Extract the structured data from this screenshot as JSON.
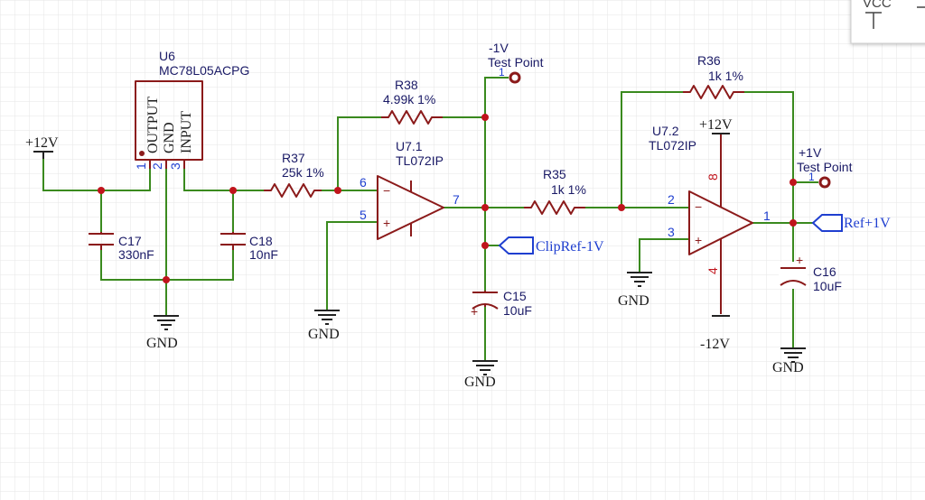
{
  "colors": {
    "wire": "#3a8a1e",
    "part": "#8b1a1a",
    "junction": "#c0141c",
    "pin_number": "#1f3fd0",
    "net_label": "#1f3fd0",
    "grid": "#e6e6e6"
  },
  "vcc_panel": {
    "label": "VCC"
  },
  "u6": {
    "ref": "U6",
    "value": "MC78L05ACPG",
    "pin_output": "OUTPUT",
    "pin_gnd": "GND",
    "pin_input": "INPUT",
    "pin1": "1",
    "pin2": "2",
    "pin3": "3"
  },
  "pwr_in": {
    "label": "+12V"
  },
  "c17": {
    "ref": "C17",
    "value": "330nF"
  },
  "c18": {
    "ref": "C18",
    "value": "10nF"
  },
  "gnd1": {
    "label": "GND"
  },
  "r37": {
    "ref": "R37",
    "value": "25k 1%"
  },
  "r38": {
    "ref": "R38",
    "value": "4.99k 1%"
  },
  "u71": {
    "ref": "U7.1",
    "value": "TL072IP",
    "pin6": "6",
    "pin5": "5",
    "pin7": "7",
    "minus": "−",
    "plus": "+"
  },
  "gnd2": {
    "label": "GND"
  },
  "tp_neg": {
    "net": "-1V",
    "label": "Test Point",
    "pin": "1"
  },
  "r35": {
    "ref": "R35",
    "value": "1k 1%"
  },
  "clipref": {
    "label": "ClipRef-1V"
  },
  "c15": {
    "ref": "C15",
    "value": "10uF",
    "plus": "+"
  },
  "gnd3": {
    "label": "GND"
  },
  "r36": {
    "ref": "R36",
    "value": "1k 1%"
  },
  "u72": {
    "ref": "U7.2",
    "value": "TL072IP",
    "pin2": "2",
    "pin3": "3",
    "pin1": "1",
    "pin8": "8",
    "pin4": "4",
    "minus": "−",
    "plus": "+"
  },
  "pwr_pos": {
    "label": "+12V"
  },
  "pwr_neg": {
    "label": "-12V"
  },
  "gnd4": {
    "label": "GND"
  },
  "tp_pos": {
    "net": "+1V",
    "label": "Test Point",
    "pin": "1"
  },
  "refout": {
    "label": "Ref+1V"
  },
  "c16": {
    "ref": "C16",
    "value": "10uF",
    "plus": "+"
  },
  "gnd5": {
    "label": "GND"
  }
}
